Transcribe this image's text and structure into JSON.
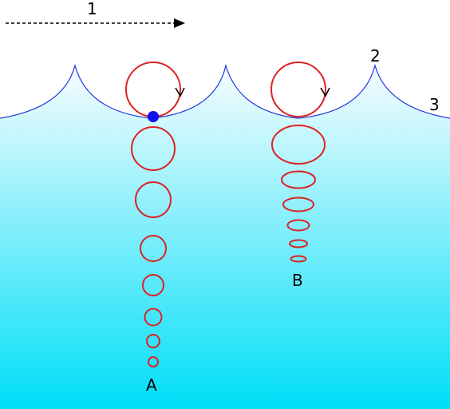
{
  "labels": {
    "direction": "1",
    "crest": "2",
    "surface": "3",
    "deep_column": "A",
    "shallow_column": "B"
  },
  "colors": {
    "water_top": "#f7fdfe",
    "water_bottom": "#00def8",
    "surface_line": "#2233dd",
    "orbit": "#dd2222",
    "particle": "#1111ee",
    "arrow": "#000000"
  },
  "icons": {
    "direction_arrow": "dashed-arrow-right",
    "rotation_marker": "chevron-down-icon",
    "particle_marker": "dot-icon"
  }
}
